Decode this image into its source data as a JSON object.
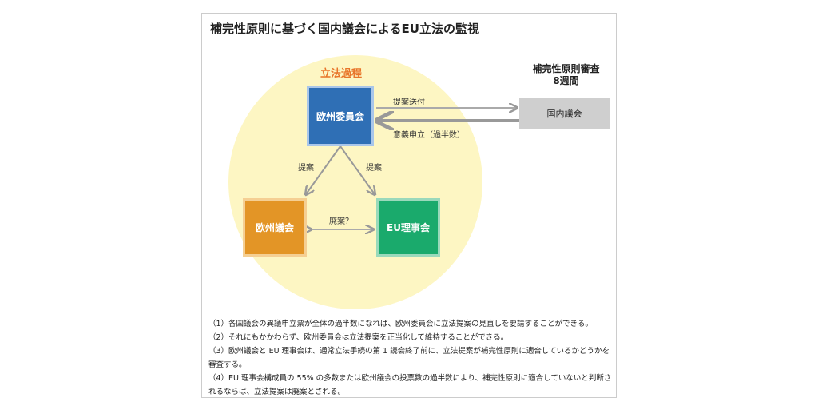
{
  "title": "補完性原則に基づく国内議会によるEU立法の監視",
  "process_label": "立法過程",
  "review": {
    "line1": "補完性原則審査",
    "line2": "8週間"
  },
  "boxes": {
    "commission": "欧州委員会",
    "national": "国内議会",
    "parliament": "欧州議会",
    "council": "EU理事会"
  },
  "arrows": {
    "send": "提案送付",
    "objection": "意義申立（過半数）",
    "propose_left": "提案",
    "propose_right": "提案",
    "withdraw": "廃案？"
  },
  "notes": [
    "（1）各国議会の異議申立票が全体の過半数になれば、欧州委員会に立法提案の見直しを要請することができる。",
    "（2）それにもかかわらず、欧州委員会は立法提案を正当化して維持することができる。",
    "（3）欧州議会と EU 理事会は、通常立法手続の第 1 読会終了前に、立法提案が補完性原則に適合しているかどうかを審査する。",
    "（4）EU 理事会構成員の 55% の多数または欧州議会の投票数の過半数により、補完性原則に適合していないと判断されるならば、立法提案は廃案とされる。"
  ]
}
